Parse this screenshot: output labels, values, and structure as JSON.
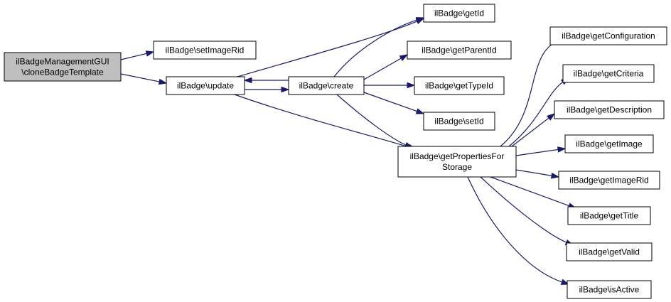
{
  "colors": {
    "edge": "#191970",
    "node_fill": "#ffffff",
    "root_fill": "#bfbfbf",
    "node_stroke": "#000000"
  },
  "nodes": {
    "root": {
      "lines": [
        "ilBadgeManagementGUI",
        "\\cloneBadgeTemplate"
      ]
    },
    "setImageRid": {
      "lines": [
        "ilBadge\\setImageRid"
      ]
    },
    "update": {
      "lines": [
        "ilBadge\\update"
      ]
    },
    "create": {
      "lines": [
        "ilBadge\\create"
      ]
    },
    "getId": {
      "lines": [
        "ilBadge\\getId"
      ]
    },
    "getParentId": {
      "lines": [
        "ilBadge\\getParentId"
      ]
    },
    "getTypeId": {
      "lines": [
        "ilBadge\\getTypeId"
      ]
    },
    "setId": {
      "lines": [
        "ilBadge\\setId"
      ]
    },
    "getPropertiesForStorage": {
      "lines": [
        "ilBadge\\getPropertiesFor",
        "Storage"
      ]
    },
    "getConfiguration": {
      "lines": [
        "ilBadge\\getConfiguration"
      ]
    },
    "getCriteria": {
      "lines": [
        "ilBadge\\getCriteria"
      ]
    },
    "getDescription": {
      "lines": [
        "ilBadge\\getDescription"
      ]
    },
    "getImage": {
      "lines": [
        "ilBadge\\getImage"
      ]
    },
    "getImageRid": {
      "lines": [
        "ilBadge\\getImageRid"
      ]
    },
    "getTitle": {
      "lines": [
        "ilBadge\\getTitle"
      ]
    },
    "getValid": {
      "lines": [
        "ilBadge\\getValid"
      ]
    },
    "isActive": {
      "lines": [
        "ilBadge\\isActive"
      ]
    }
  },
  "edges": [
    {
      "from": "root",
      "to": "setImageRid"
    },
    {
      "from": "root",
      "to": "update"
    },
    {
      "from": "update",
      "to": "create"
    },
    {
      "from": "create",
      "to": "update"
    },
    {
      "from": "update",
      "to": "getId"
    },
    {
      "from": "update",
      "to": "getPropertiesForStorage"
    },
    {
      "from": "create",
      "to": "getId"
    },
    {
      "from": "create",
      "to": "getParentId"
    },
    {
      "from": "create",
      "to": "getTypeId"
    },
    {
      "from": "create",
      "to": "setId"
    },
    {
      "from": "create",
      "to": "getPropertiesForStorage"
    },
    {
      "from": "getPropertiesForStorage",
      "to": "getConfiguration"
    },
    {
      "from": "getPropertiesForStorage",
      "to": "getCriteria"
    },
    {
      "from": "getPropertiesForStorage",
      "to": "getDescription"
    },
    {
      "from": "getPropertiesForStorage",
      "to": "getImage"
    },
    {
      "from": "getPropertiesForStorage",
      "to": "getImageRid"
    },
    {
      "from": "getPropertiesForStorage",
      "to": "getTitle"
    },
    {
      "from": "getPropertiesForStorage",
      "to": "getValid"
    },
    {
      "from": "getPropertiesForStorage",
      "to": "isActive"
    }
  ]
}
